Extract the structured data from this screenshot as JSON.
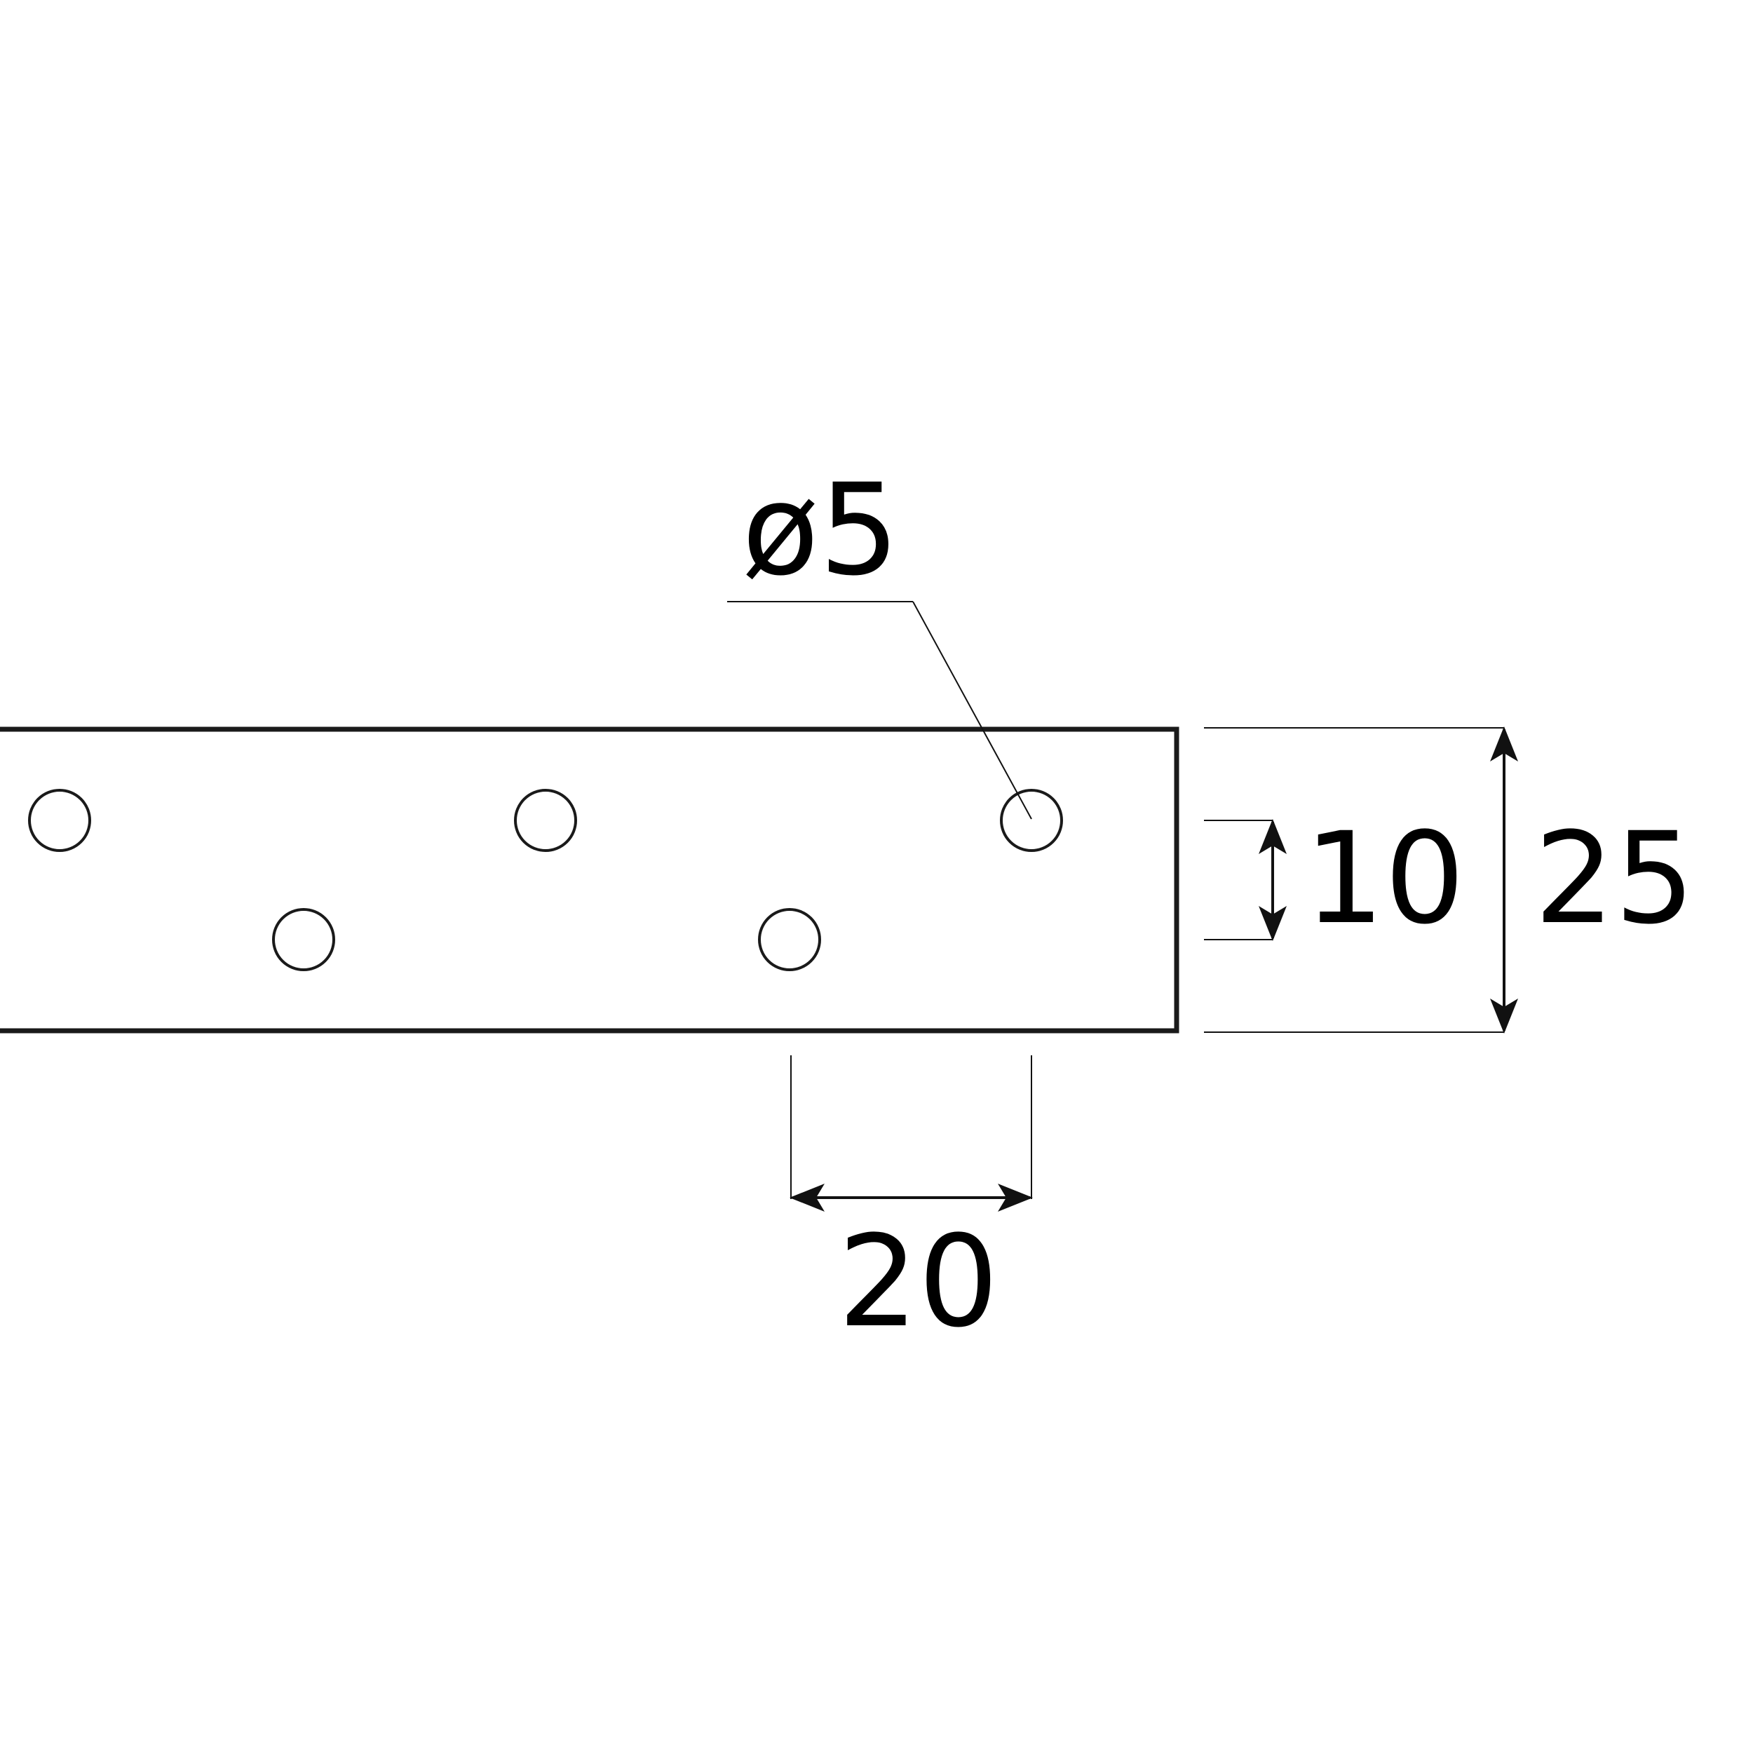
{
  "plate": {
    "hole_count": 5
  },
  "dimensions": {
    "hole_diameter": "ø5",
    "hole_row_offset": "10",
    "plate_width": "25",
    "hole_pitch": "20"
  }
}
